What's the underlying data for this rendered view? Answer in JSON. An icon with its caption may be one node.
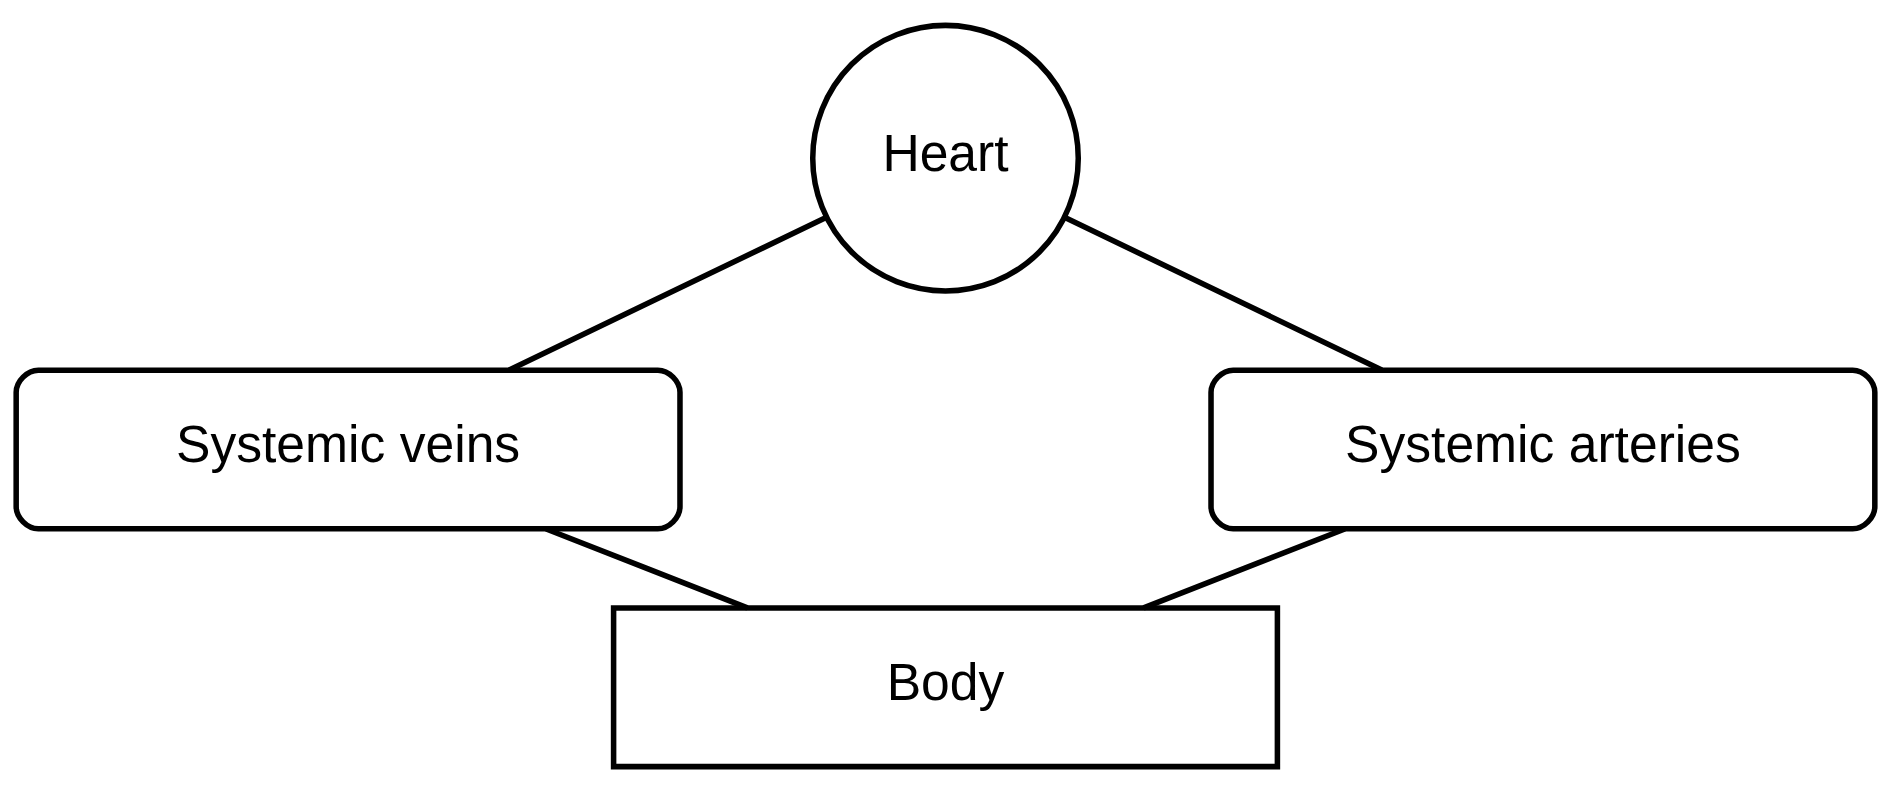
{
  "diagram": {
    "nodes": [
      {
        "text": [
          "Heart"
        ]
      },
      {
        "text": [
          "Systemic veins"
        ]
      },
      {
        "text": [
          "Systemic arteries"
        ]
      },
      {
        "text": [
          "Body"
        ]
      }
    ],
    "edges": [
      {
        "from": 0,
        "to": 2,
        "arrow": "none"
      },
      {
        "from": 2,
        "to": 3,
        "arrow": "none"
      },
      {
        "from": 1,
        "to": 3,
        "arrow": "none"
      },
      {
        "from": 0,
        "to": 1,
        "arrow": "none"
      }
    ]
  }
}
